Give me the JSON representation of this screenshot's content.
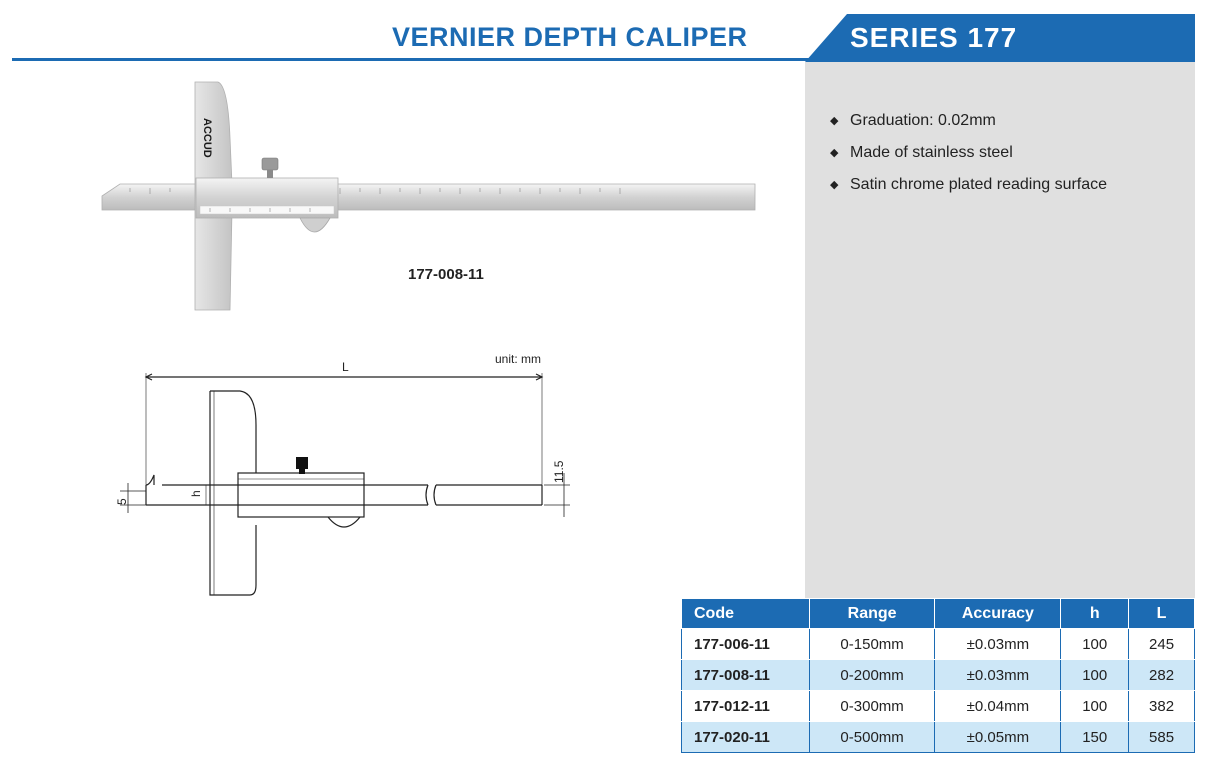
{
  "header": {
    "title": "VERNIER DEPTH CALIPER",
    "series": "SERIES 177"
  },
  "colors": {
    "accent": "#1c6bb3",
    "panel": "#e0e0e0",
    "row_alt": "#cde7f7"
  },
  "features": [
    "Graduation: 0.02mm",
    "Made of stainless steel",
    "Satin chrome plated reading surface"
  ],
  "product": {
    "brand": "ACCUD",
    "model": "177-008-11"
  },
  "drawing": {
    "unit": "unit: mm",
    "dim_L": "L",
    "dim_h": "h",
    "dim_5": "5",
    "dim_11_5": "11.5"
  },
  "table": {
    "headers": [
      "Code",
      "Range",
      "Accuracy",
      "h",
      "L"
    ],
    "rows": [
      [
        "177-006-11",
        "0-150mm",
        "±0.03mm",
        "100",
        "245"
      ],
      [
        "177-008-11",
        "0-200mm",
        "±0.03mm",
        "100",
        "282"
      ],
      [
        "177-012-11",
        "0-300mm",
        "±0.04mm",
        "100",
        "382"
      ],
      [
        "177-020-11",
        "0-500mm",
        "±0.05mm",
        "150",
        "585"
      ]
    ]
  }
}
